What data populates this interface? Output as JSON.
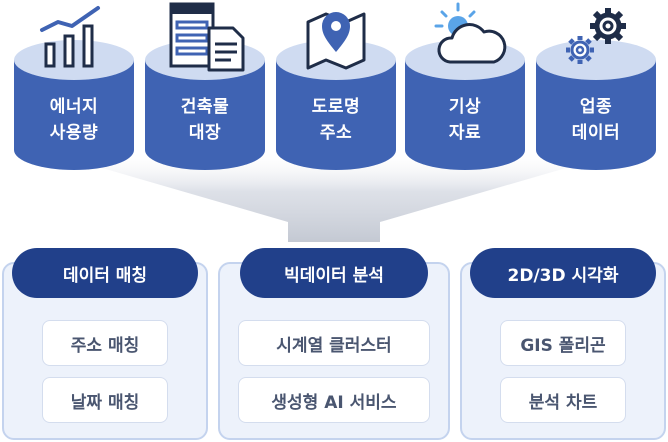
{
  "sources": [
    {
      "label": "에너지\n사용량",
      "icon": "bar-chart-icon"
    },
    {
      "label": "건축물\n대장",
      "icon": "building-document-icon"
    },
    {
      "label": "도로명\n주소",
      "icon": "map-pin-icon"
    },
    {
      "label": "기상\n자료",
      "icon": "weather-icon"
    },
    {
      "label": "업종\n데이터",
      "icon": "gears-icon"
    }
  ],
  "panels": [
    {
      "title": "데이터 매칭",
      "items": [
        "주소 매칭",
        "날짜 매칭"
      ]
    },
    {
      "title": "빅데이터 분석",
      "items": [
        "시계열 클러스터",
        "생성형 AI 서비스"
      ]
    },
    {
      "title": "2D/3D 시각화",
      "items": [
        "GIS 폴리곤",
        "분석 차트"
      ]
    }
  ],
  "colors": {
    "cylinder": "#3f63b3",
    "cylinder_top": "#cfdbf1",
    "pill": "#21408a",
    "panel_bg": "#edf2fb",
    "panel_border": "#c4d3ee",
    "funnel": "#c9cdd6"
  }
}
